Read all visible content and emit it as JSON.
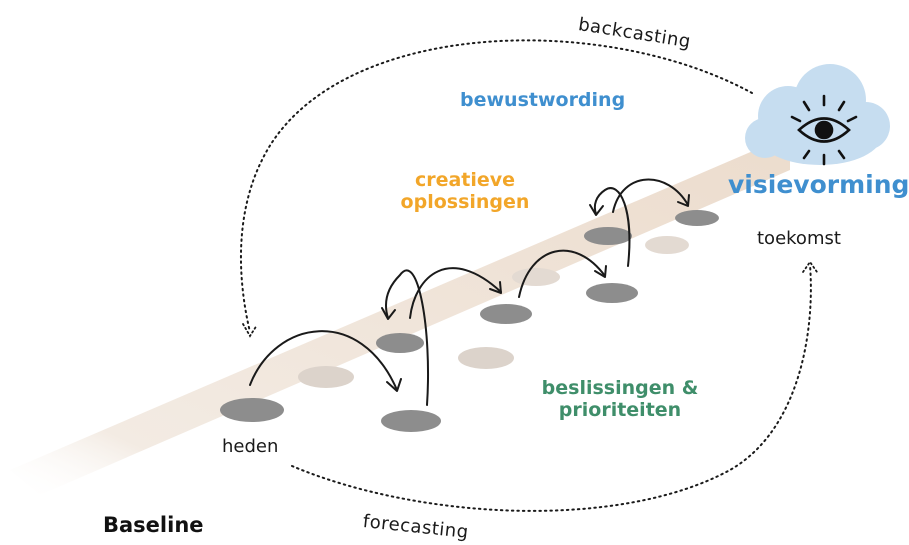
{
  "labels": {
    "backcasting": "backcasting",
    "forecasting": "forecasting",
    "bewustwording": "bewustwording",
    "creatieve_oplossingen": "creatieve oplossingen",
    "visievorming": "visievorming",
    "toekomst": "toekomst",
    "heden": "heden",
    "beslissingen_prioriteiten": "beslissingen & prioriteiten",
    "baseline": "Baseline"
  },
  "colors": {
    "bewustwording": "#3f8fcf",
    "creatieve_oplossingen": "#f2a629",
    "visievorming": "#3f8fcf",
    "beslissingen_prioriteiten": "#3f8e6a",
    "path": "#f1e7dd",
    "stone": "#8d8d8d",
    "stone_faded": "#dcd3cb",
    "cloud": "#c6ddf0",
    "ink": "#1a1a1a"
  },
  "icons": {
    "cloud": "cloud-icon",
    "eye": "eye-icon"
  }
}
